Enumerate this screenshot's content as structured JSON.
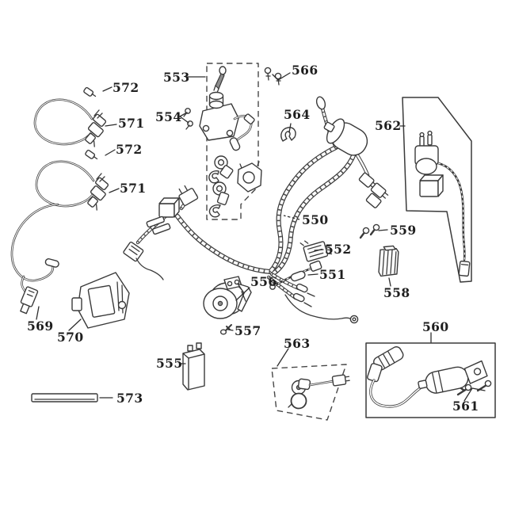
{
  "figure": {
    "kind": "exploded-parts-diagram",
    "subject": "electrical system parts (wire harness, switches, coil, relays)",
    "colors": {
      "ink": "#3a3a3a",
      "background": "#ffffff"
    }
  },
  "callouts": [
    {
      "text": "553"
    },
    {
      "text": "554"
    },
    {
      "text": "566"
    },
    {
      "text": "564"
    },
    {
      "text": "562"
    },
    {
      "text": "572"
    },
    {
      "text": "571"
    },
    {
      "text": "572"
    },
    {
      "text": "571"
    },
    {
      "text": "550"
    },
    {
      "text": "559"
    },
    {
      "text": "552"
    },
    {
      "text": "551"
    },
    {
      "text": "556"
    },
    {
      "text": "558"
    },
    {
      "text": "557"
    },
    {
      "text": "569"
    },
    {
      "text": "570"
    },
    {
      "text": "560"
    },
    {
      "text": "563"
    },
    {
      "text": "555"
    },
    {
      "text": "561"
    },
    {
      "text": "573"
    }
  ]
}
